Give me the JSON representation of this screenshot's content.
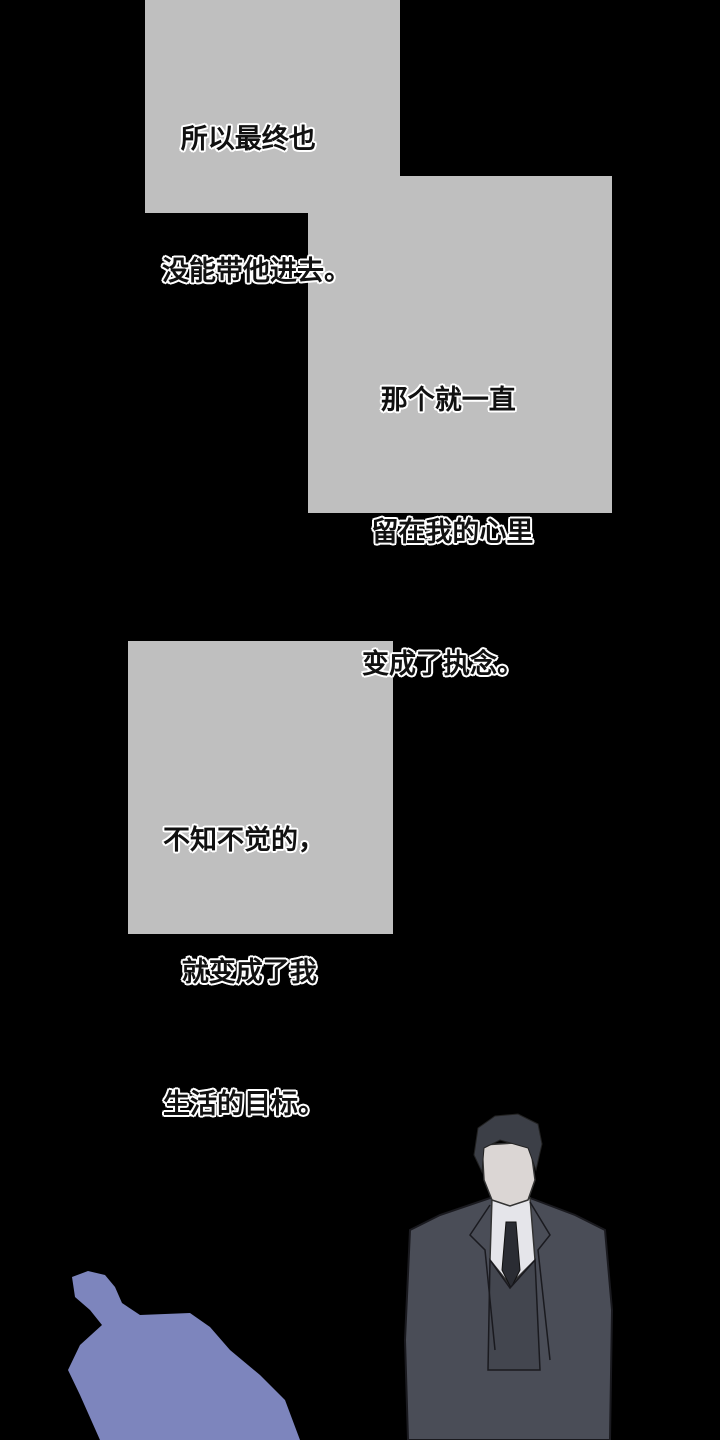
{
  "panels": [
    {
      "id": "panel-1",
      "lines": [
        "  所以最终也",
        "没能带他进去。"
      ]
    },
    {
      "id": "panel-2",
      "lines": [
        "  那个就一直",
        " 留在我的心里",
        "变成了执念。"
      ]
    },
    {
      "id": "panel-3",
      "lines": [
        "不知不觉的，",
        "  就变成了我",
        "生活的目标。"
      ]
    }
  ],
  "colors": {
    "background": "#000000",
    "panel": "#bfbfbf",
    "suit": "#4a4d57",
    "silhouette": "#7d85bd"
  }
}
